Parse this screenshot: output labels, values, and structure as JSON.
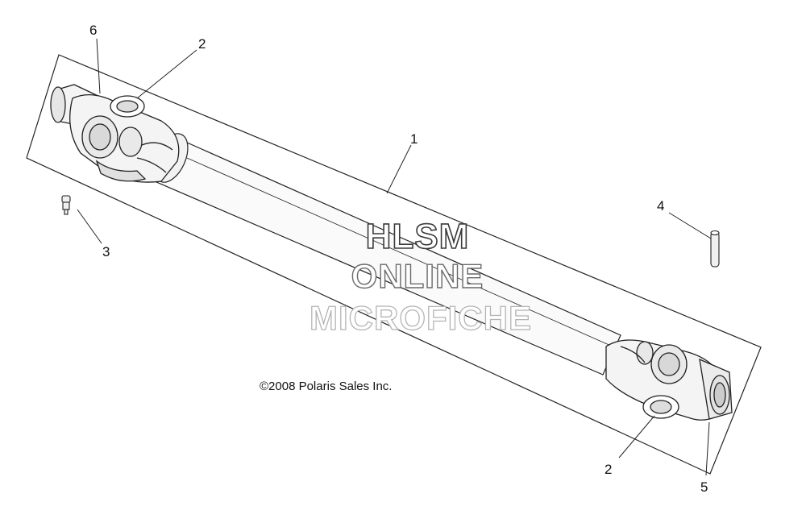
{
  "callouts": {
    "c1": "1",
    "c2_top": "2",
    "c2_bottom": "2",
    "c3": "3",
    "c4": "4",
    "c5": "5",
    "c6": "6"
  },
  "watermark": {
    "line1": "HLSM",
    "line2": "ONLINE",
    "line3": "MICROFICHE"
  },
  "copyright": "©2008 Polaris Sales Inc.",
  "colors": {
    "line": "#222222",
    "background": "#ffffff"
  }
}
